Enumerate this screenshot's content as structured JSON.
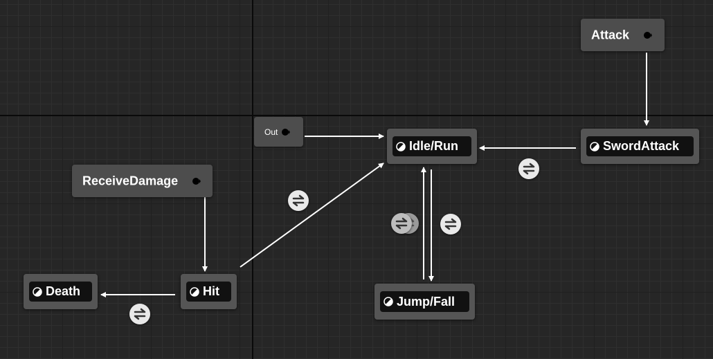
{
  "graph": {
    "entry_nodes": {
      "out": "Out",
      "attack": "Attack",
      "receive_damage": "ReceiveDamage"
    },
    "states": {
      "idle_run": "Idle/Run",
      "sword_attack": "SwordAttack",
      "jump_fall": "Jump/Fall",
      "hit": "Hit",
      "death": "Death"
    },
    "icons": {
      "state": "state-half-circle-icon",
      "transition_rule": "transition-rule-arrows-icon",
      "output_pin": "output-pin-icon"
    },
    "colors": {
      "background": "#262626",
      "node": "#4d4d4d",
      "state_body": "#111111",
      "wire": "#ffffff",
      "rule_icon": "#e9e9e9"
    }
  }
}
